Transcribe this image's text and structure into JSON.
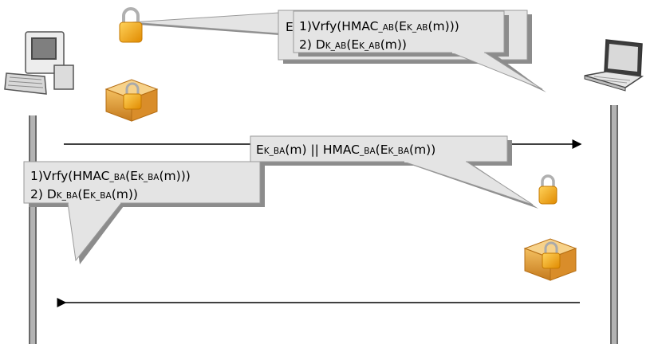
{
  "callout_top": {
    "back_text": "E",
    "line1": {
      "pre": "1)Vrfy(HMAC",
      "sub1": "_AB",
      "mid": "(E",
      "sub2": "K_AB",
      "post": "(m)))"
    },
    "line2": {
      "pre": "2) D",
      "sub1": "K_AB",
      "mid": "(E",
      "sub2": "K_AB",
      "post": "(m))"
    }
  },
  "message_label": {
    "pre": "E",
    "sub1": "K_BA",
    "mid": "(m) || HMAC",
    "sub2": "_BA",
    "mid2": "(E",
    "sub3": "K_BA",
    "post": "(m))"
  },
  "callout_left": {
    "line1": {
      "pre": "1)Vrfy(HMAC",
      "sub1": "_BA",
      "mid": "(E",
      "sub2": "K_BA",
      "post": "(m)))"
    },
    "line2": {
      "pre": "2) D",
      "sub1": "K_BA",
      "mid": "(E",
      "sub2": "K_BA",
      "post": "(m))"
    }
  },
  "icons": [
    "desktop-computer-icon",
    "laptop-icon",
    "padlock-icon",
    "locked-box-icon"
  ],
  "colors": {
    "callout_fill": "#e4e4e4",
    "shadow": "#8c8c8c",
    "lifeline": "#b3b3b3",
    "padlock": "#f5a623",
    "box": "#e0a030"
  }
}
